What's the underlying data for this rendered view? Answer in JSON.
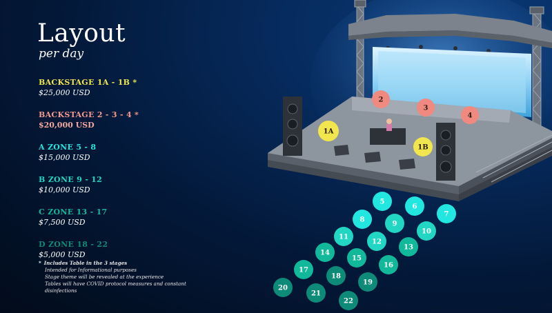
{
  "title": "Layout",
  "subtitle": "per day",
  "tiers": [
    {
      "name": "BACKSTAGE 1A - 1B *",
      "price": "$25,000 USD",
      "color": "#f2e64e"
    },
    {
      "name": "BACKSTAGE 2 - 3 - 4 *",
      "price": "$20,000 USD",
      "color": "#f59a8e"
    },
    {
      "name": "A ZONE 5 - 8",
      "price": "$15,000 USD",
      "color": "#22e6e0"
    },
    {
      "name": "B ZONE 9 - 12",
      "price": "$10,000 USD",
      "color": "#22d6c4"
    },
    {
      "name": "C ZONE 13 - 17",
      "price": "$7,500 USD",
      "color": "#12b89a"
    },
    {
      "name": "D ZONE 18 - 22",
      "price": "$5,000 USD",
      "color": "#0e8a78"
    }
  ],
  "notes": {
    "star": "*",
    "first": "Includes Table in the 3 stages",
    "lines": [
      "Intended for Informational purposes",
      "Stage theme will be revealed at the experience",
      "Tables will have COVID protocol measures and constant disinfections"
    ]
  },
  "stage_markers": [
    {
      "label": "2",
      "color": "#f08a80"
    },
    {
      "label": "3",
      "color": "#f08a80"
    },
    {
      "label": "4",
      "color": "#f08a80"
    },
    {
      "label": "1A",
      "color": "#f2e64e"
    },
    {
      "label": "1B",
      "color": "#f2e64e"
    }
  ],
  "zones": [
    {
      "label": "5",
      "color": "#22e6e0"
    },
    {
      "label": "6",
      "color": "#22e6e0"
    },
    {
      "label": "7",
      "color": "#22e6e0"
    },
    {
      "label": "8",
      "color": "#22e6e0"
    },
    {
      "label": "9",
      "color": "#22d6c4"
    },
    {
      "label": "10",
      "color": "#22d6c4"
    },
    {
      "label": "11",
      "color": "#22d6c4"
    },
    {
      "label": "12",
      "color": "#22d6c4"
    },
    {
      "label": "13",
      "color": "#12b89a"
    },
    {
      "label": "14",
      "color": "#12b89a"
    },
    {
      "label": "15",
      "color": "#12b89a"
    },
    {
      "label": "16",
      "color": "#12b89a"
    },
    {
      "label": "17",
      "color": "#12b89a"
    },
    {
      "label": "18",
      "color": "#0e8a78"
    },
    {
      "label": "19",
      "color": "#0e8a78"
    },
    {
      "label": "20",
      "color": "#0e8a78"
    },
    {
      "label": "21",
      "color": "#0e8a78"
    },
    {
      "label": "22",
      "color": "#0e8a78"
    }
  ]
}
